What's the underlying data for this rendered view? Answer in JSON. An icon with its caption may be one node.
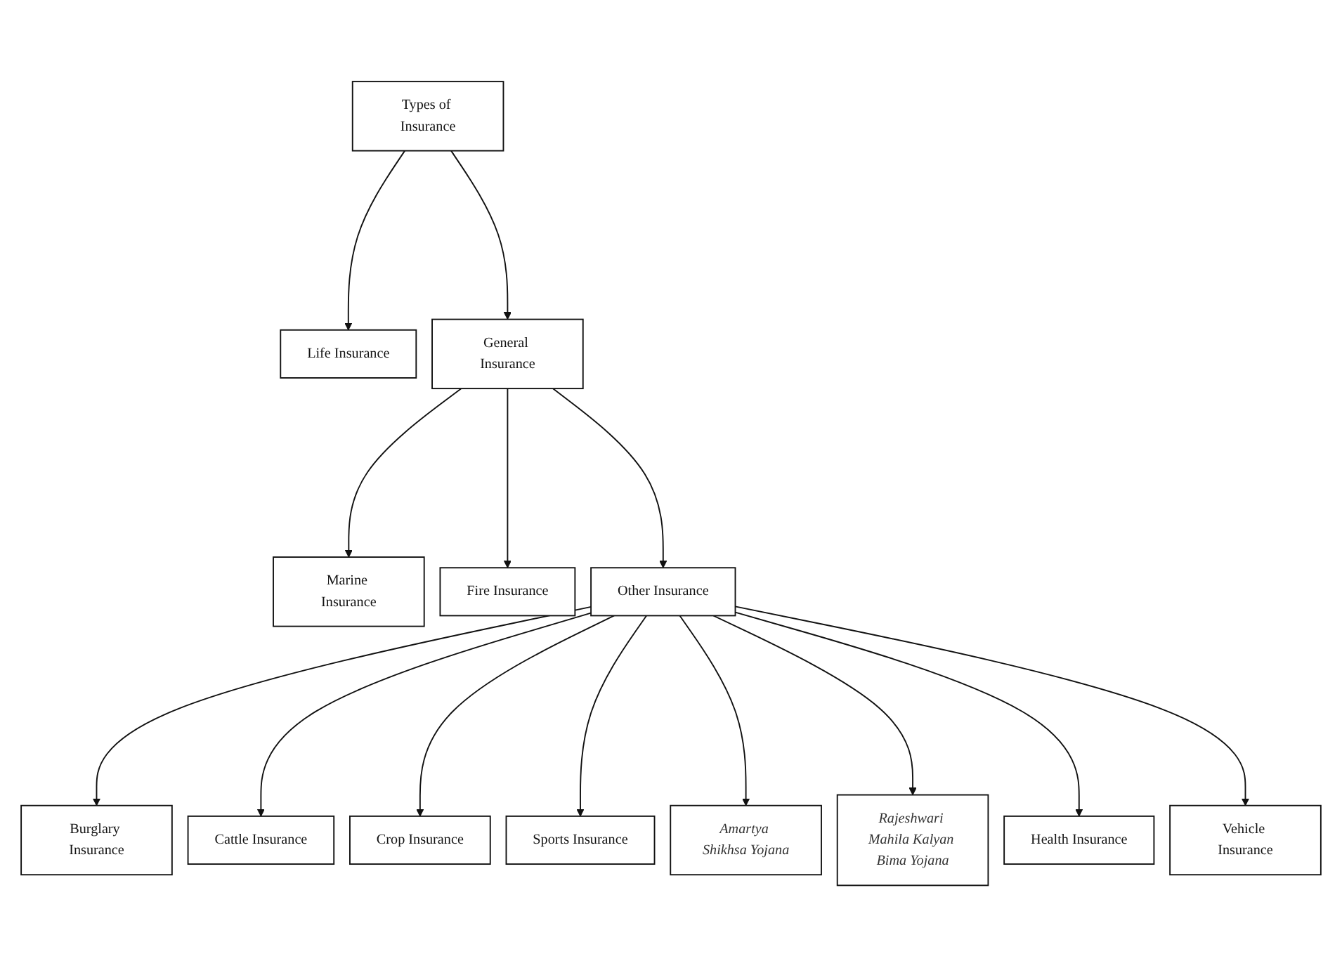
{
  "diagram": {
    "nodes": [
      {
        "text": [
          "Types of Insurance"
        ]
      },
      {
        "text": [
          "Life Insurance"
        ]
      },
      {
        "text": [
          "General Insurance"
        ]
      },
      {
        "text": [
          "Marine Insurance"
        ]
      },
      {
        "text": [
          "Fire Insurance"
        ]
      },
      {
        "text": [
          "Other Insurance"
        ]
      },
      {
        "text": [
          "Burglary Insurance"
        ]
      },
      {
        "text": [
          "Cattle Insurance"
        ]
      },
      {
        "text": [
          "Crop Insurance"
        ]
      },
      {
        "text": [
          "Sports Insurance"
        ]
      },
      {
        "text": [
          "Amartya Shikhsa Yojana"
        ]
      },
      {
        "text": [
          "Rajeshwari Mahila Kalyan Bima Yojana"
        ]
      },
      {
        "text": [
          "Health Insurance"
        ]
      },
      {
        "text": [
          "Vehicle Insurance"
        ]
      }
    ],
    "edges": [
      {
        "from": 0,
        "to": 1,
        "arrow": "to"
      },
      {
        "from": 0,
        "to": 2,
        "arrow": "to"
      },
      {
        "from": 2,
        "to": 3,
        "arrow": "to"
      },
      {
        "from": 2,
        "to": 4,
        "arrow": "to"
      },
      {
        "from": 2,
        "to": 5,
        "arrow": "to"
      },
      {
        "from": 5,
        "to": 6,
        "arrow": "to"
      },
      {
        "from": 5,
        "to": 7,
        "arrow": "to"
      },
      {
        "from": 5,
        "to": 8,
        "arrow": "to"
      },
      {
        "from": 5,
        "to": 9,
        "arrow": "to"
      },
      {
        "from": 5,
        "to": 10,
        "arrow": "to"
      },
      {
        "from": 5,
        "to": 11,
        "arrow": "to"
      },
      {
        "from": 5,
        "to": 12,
        "arrow": "to"
      },
      {
        "from": 5,
        "to": 13,
        "arrow": "to"
      }
    ]
  }
}
